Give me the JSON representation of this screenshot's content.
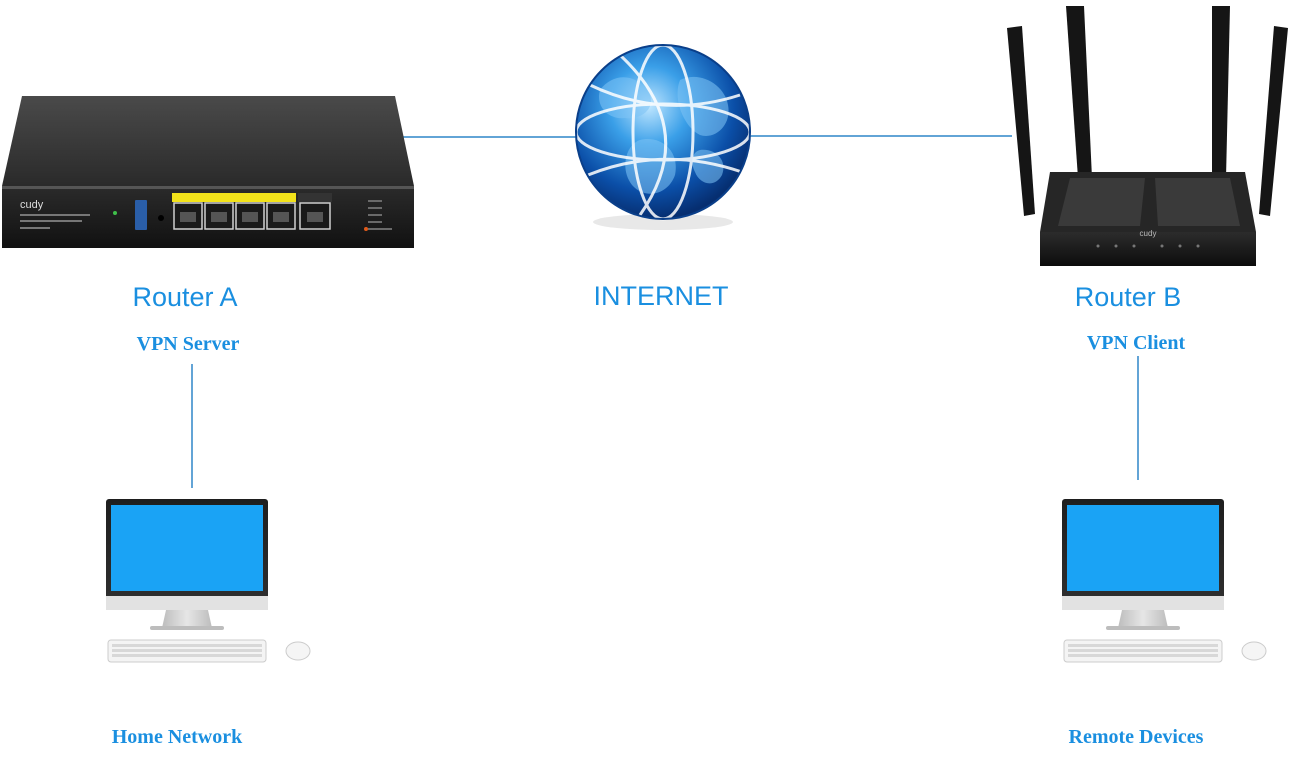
{
  "nodes": {
    "router_a": {
      "title": "Router A",
      "role": "VPN Server",
      "brand": "cudy"
    },
    "internet": {
      "title": "INTERNET"
    },
    "router_b": {
      "title": "Router B",
      "role": "VPN Client",
      "brand": "cudy"
    },
    "home": {
      "title": "Home Network"
    },
    "remote": {
      "title": "Remote Devices"
    }
  },
  "colors": {
    "label": "#1a8fe0",
    "link": "#2f86c9",
    "screen": "#1aa3f5"
  }
}
